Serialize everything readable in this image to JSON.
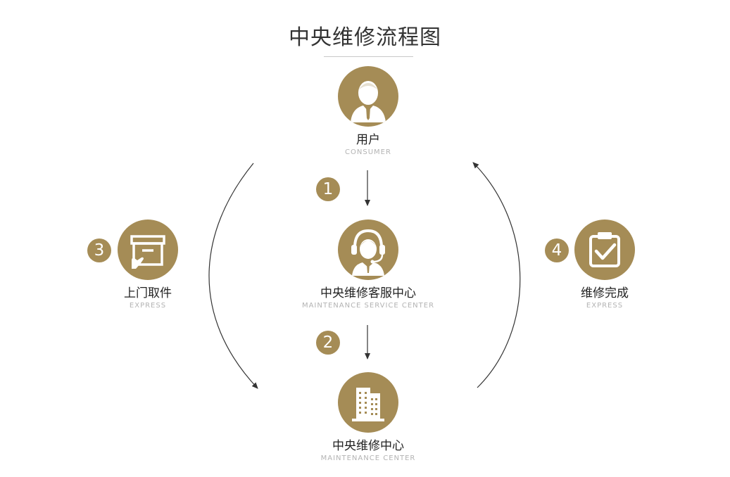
{
  "title": "中央维修流程图",
  "colors": {
    "accent": "#a58c56",
    "text": "#222222",
    "sub": "#b3b3b3",
    "arrow": "#333333"
  },
  "nodes": {
    "consumer": {
      "label": "用户",
      "sub": "CONSUMER",
      "icon": "user-icon"
    },
    "service": {
      "label": "中央维修客服中心",
      "sub": "MAINTENANCE SERVICE CENTER",
      "icon": "headset-agent-icon"
    },
    "center": {
      "label": "中央维修中心",
      "sub": "MAINTENANCE CENTER",
      "icon": "building-icon"
    },
    "pickup": {
      "label": "上门取件",
      "sub": "EXPRESS",
      "icon": "box-icon"
    },
    "complete": {
      "label": "维修完成",
      "sub": "EXPRESS",
      "icon": "clipboard-check-icon"
    }
  },
  "steps": {
    "s1": "1",
    "s2": "2",
    "s3": "3",
    "s4": "4"
  }
}
